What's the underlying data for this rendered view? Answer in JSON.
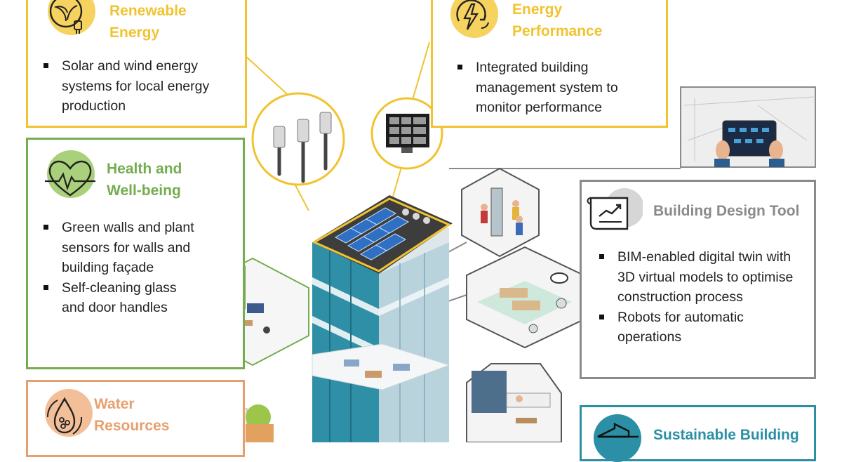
{
  "colors": {
    "yellow": "#f1c330",
    "green": "#74ad4f",
    "gray": "#8a8a8a",
    "orange": "#e89f6e",
    "teal": "#2b8fa5"
  },
  "sections": {
    "renewable": {
      "title_line1": "Renewable",
      "title_line2": "Energy",
      "icon": "plant-plug-icon",
      "bullets": [
        "Solar and wind energy systems for local energy production"
      ]
    },
    "performance": {
      "title_line1": "Energy",
      "title_line2": "Performance",
      "icon": "lightning-refresh-icon",
      "bullets": [
        "Integrated building management system to monitor performance"
      ]
    },
    "health": {
      "title_line1": "Health and",
      "title_line2": "Well-being",
      "icon": "heart-pulse-icon",
      "bullets": [
        "Green walls and plant sensors for walls and building façade",
        "Self-cleaning glass and door handles"
      ]
    },
    "design": {
      "title": "Building Design Tool",
      "icon": "blueprint-chart-icon",
      "bullets": [
        "BIM-enabled digital twin with 3D virtual models to optimise construction process",
        "Robots for automatic operations"
      ]
    },
    "water": {
      "title_line1": "Water",
      "title_line2": "Resources",
      "icon": "water-drop-icon"
    },
    "sustainable": {
      "title": "Sustainable Building",
      "icon": "building-arrow-icon"
    }
  }
}
